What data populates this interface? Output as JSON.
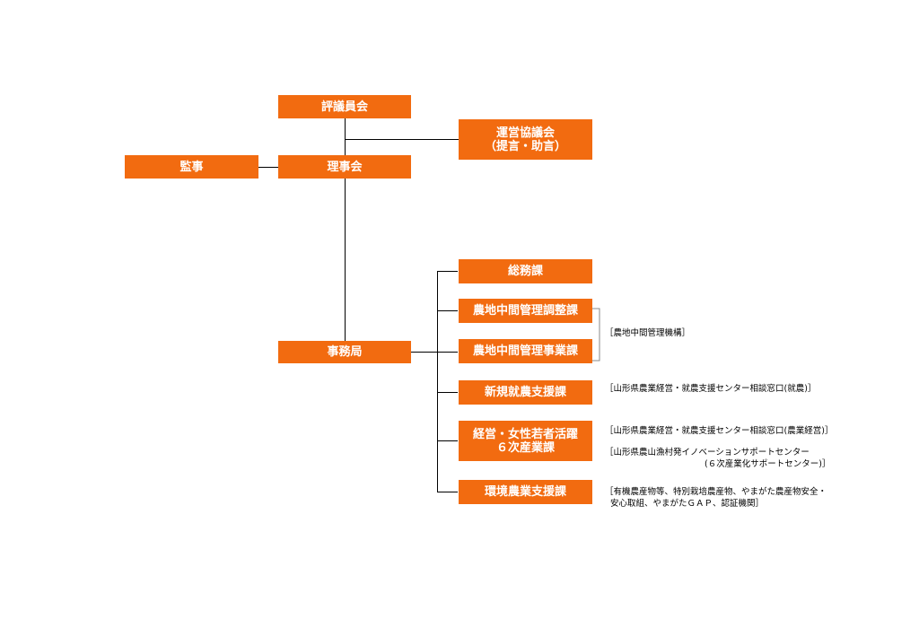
{
  "boxes": {
    "hyogiinkai": "評議員会",
    "unei_1": "運営協議会",
    "unei_2": "（提言・助言）",
    "kanji": "監事",
    "rijikai": "理事会",
    "jimukyoku": "事務局",
    "somuka": "総務課",
    "nochi_chosei": "農地中間管理調整課",
    "nochi_jigyo": "農地中間管理事業課",
    "shinki": "新規就農支援課",
    "keiei_1": "経営・女性若者活躍",
    "keiei_2": "６次産業課",
    "kankyo": "環境農業支援課"
  },
  "notes": {
    "nochi_kiko": "［農地中間管理機構］",
    "shinki_madoguchi": "［山形県農業経営・就農支援センター相談窓口(就農)］",
    "keiei_madoguchi": "［山形県農業経営・就農支援センター相談窓口(農業経営)］",
    "innovation_1": "［山形県農山漁村発イノベーションサポートセンター",
    "innovation_2": "(６次産業化サポートセンター)］",
    "kankyo_1": "［有機農産物等、特別栽培農産物、やまがた農産物安全・",
    "kankyo_2": "安心取組、やまがたＧＡＰ、認証機関］"
  },
  "colors": {
    "box_fill": "#f26b10",
    "box_text": "#ffffff",
    "line": "#000000"
  }
}
